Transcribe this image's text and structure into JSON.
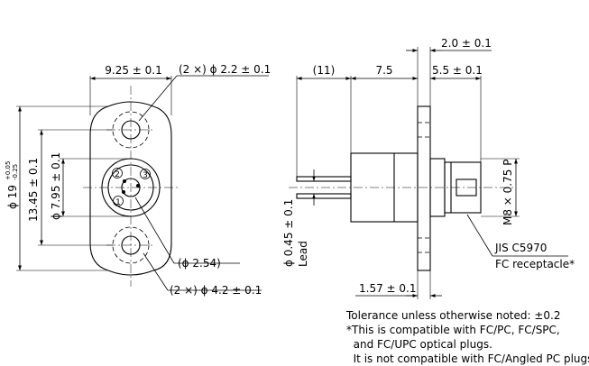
{
  "front_view": {
    "dim_width": "9.25 ± 0.1",
    "dim_hole_top": "(2 ×) ϕ 2.2 ± 0.1",
    "dim_diameter_main": "ϕ 19",
    "tol_plus": "+0.05",
    "tol_minus": "-0.25",
    "dim_height": "13.45 ± 0.1",
    "dim_inner": "ϕ 7.95 ± 0.1",
    "dim_pin_circle": "(ϕ 2.54)",
    "dim_hole_bottom": "(2 ×) ϕ 4.2 ± 0.1",
    "pin_1": "1",
    "pin_2": "2",
    "pin_3": "3"
  },
  "side_view": {
    "dim_lead_length": "(11)",
    "dim_body": "7.5",
    "dim_flange": "2.0 ± 0.1",
    "dim_receptacle": "5.5 ± 0.1",
    "dim_thread": "M8 × 0.75 P",
    "dim_lead_dia": "ϕ 0.45 ± 0.1",
    "lead_label": "Lead",
    "receptacle_line1": "JIS C5970",
    "receptacle_line2": "FC receptacle*",
    "dim_offset": "1.57 ± 0.1"
  },
  "notes": {
    "line1": "Tolerance unless otherwise noted: ±0.2",
    "line2": "*This is compatible with FC/PC, FC/SPC,",
    "line3": "  and FC/UPC optical plugs.",
    "line4": "  It is not compatible with FC/Angled PC plugs"
  }
}
